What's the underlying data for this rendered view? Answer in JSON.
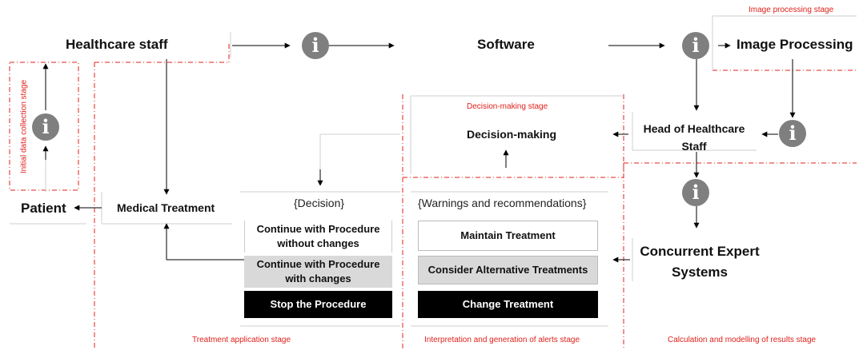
{
  "nodes": {
    "healthcare_staff": "Healthcare staff",
    "software": "Software",
    "image_processing": "Image Processing",
    "head_staff_line1": "Head of Healthcare",
    "head_staff_line2": "Staff",
    "decision_making": "Decision-making",
    "medical_treatment": "Medical Treatment",
    "patient": "Patient",
    "concurrent_line1": "Concurrent Expert",
    "concurrent_line2": "Systems"
  },
  "stages": {
    "image_processing": "Image processing stage",
    "decision_making": "Decision-making stage",
    "initial_data": "Initial data collection stage",
    "treatment": "Treatment application stage",
    "interpretation": "Interpretation and generation of alerts stage",
    "calculation": "Calculation and modelling of results stage"
  },
  "decision_panel": {
    "header": "{Decision}",
    "opt1_line1": "Continue with Procedure",
    "opt1_line2": "without changes",
    "opt2_line1": "Continue with Procedure",
    "opt2_line2": "with changes",
    "opt3": "Stop the Procedure"
  },
  "warnings_panel": {
    "header": "{Warnings and recommendations}",
    "opt1": "Maintain Treatment",
    "opt2": "Consider Alternative Treatments",
    "opt3": "Change Treatment"
  },
  "info_icon_glyph": "i",
  "colors": {
    "stage_red": "#e0201a",
    "info_grey": "#7f7f7f",
    "option_grey": "#d9d9d9",
    "option_black": "#000000"
  }
}
